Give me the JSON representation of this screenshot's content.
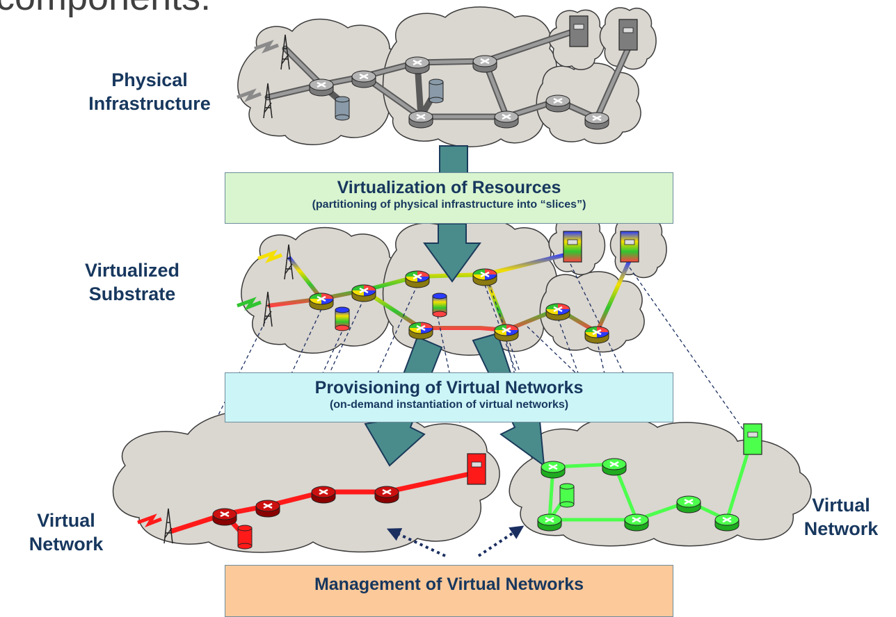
{
  "header": {
    "title": "components:"
  },
  "labels": {
    "physical": "Physical\nInfrastructure",
    "virtualized": "Virtualized\nSubstrate",
    "vnet_left": "Virtual\nNetwork",
    "vnet_right": "Virtual\nNetwork"
  },
  "boxes": {
    "virtualization": {
      "title": "Virtualization of Resources",
      "subtitle": "(partitioning of physical infrastructure into “slices”)",
      "color": "#d8f5cf"
    },
    "provisioning": {
      "title": "Provisioning of Virtual Networks",
      "subtitle": "(on-demand instantiation of virtual networks)",
      "color": "#ccf5f7"
    },
    "management": {
      "title": "Management of Virtual Networks",
      "color": "#fbc99a"
    }
  },
  "colors": {
    "cloud": "#dad6d0",
    "router_gray": "#8a8a8a",
    "red_net": "#ff1a1a",
    "green_net": "#4dff4d",
    "arrow": "#4a8c8c",
    "label": "#17375e"
  }
}
